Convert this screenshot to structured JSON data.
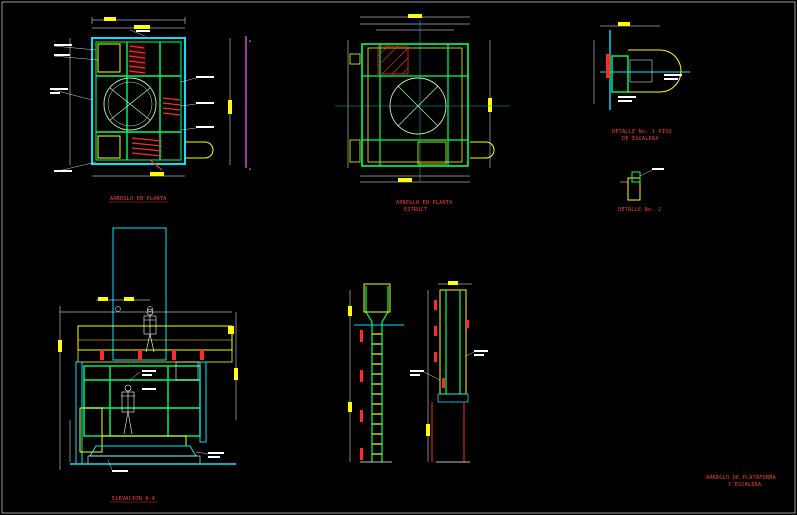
{
  "drawing": {
    "background": "#000000",
    "colors": {
      "wall": "#00e5ff",
      "frame": "#ffff00",
      "struct": "#00ff66",
      "hatch": "#ff2a2a",
      "member": "#ff66ff",
      "dim": "#ffffff",
      "fan": "#b0ffb0",
      "axis": "#00b3b3",
      "caption": "#ff3b3b"
    },
    "captions": {
      "plan_1": "ARREGLO EN PLANTA",
      "plan_2_line1": "ARREGLO EN PLANTA",
      "plan_2_line2": "ESTRUCT",
      "detail_1_line1": "DETALLE No. 1 PISO",
      "detail_1_line2": "DE ESCALERA",
      "detail_2": "DETALLE No. 2",
      "elevation": "ELEVACION A-A",
      "title_line1": "ARREGLO DE PLATAFORMA",
      "title_line2": "Y ESCALERA"
    },
    "section_marks": {
      "top": "A",
      "bottom": "A"
    }
  }
}
